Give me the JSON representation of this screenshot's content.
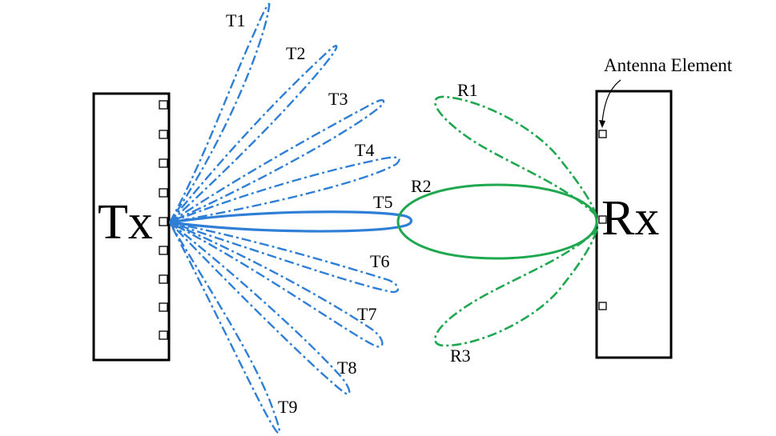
{
  "transmitter": {
    "label": "Tx"
  },
  "receiver": {
    "label": "Rx"
  },
  "annotation": {
    "label": "Antenna Element"
  },
  "tx_beams": [
    {
      "label": "T1",
      "style": "dash-dot"
    },
    {
      "label": "T2",
      "style": "dash-dot"
    },
    {
      "label": "T3",
      "style": "dash-dot"
    },
    {
      "label": "T4",
      "style": "dash-dot"
    },
    {
      "label": "T5",
      "style": "solid"
    },
    {
      "label": "T6",
      "style": "dash-dot"
    },
    {
      "label": "T7",
      "style": "dash-dot"
    },
    {
      "label": "T8",
      "style": "dash-dot"
    },
    {
      "label": "T9",
      "style": "dash-dot"
    }
  ],
  "rx_beams": [
    {
      "label": "R1",
      "style": "dash-dot"
    },
    {
      "label": "R2",
      "style": "solid"
    },
    {
      "label": "R3",
      "style": "dash-dot"
    }
  ],
  "colors": {
    "tx_beam": "#2f7fd6",
    "rx_beam": "#1fa84f",
    "outline": "#000000"
  }
}
